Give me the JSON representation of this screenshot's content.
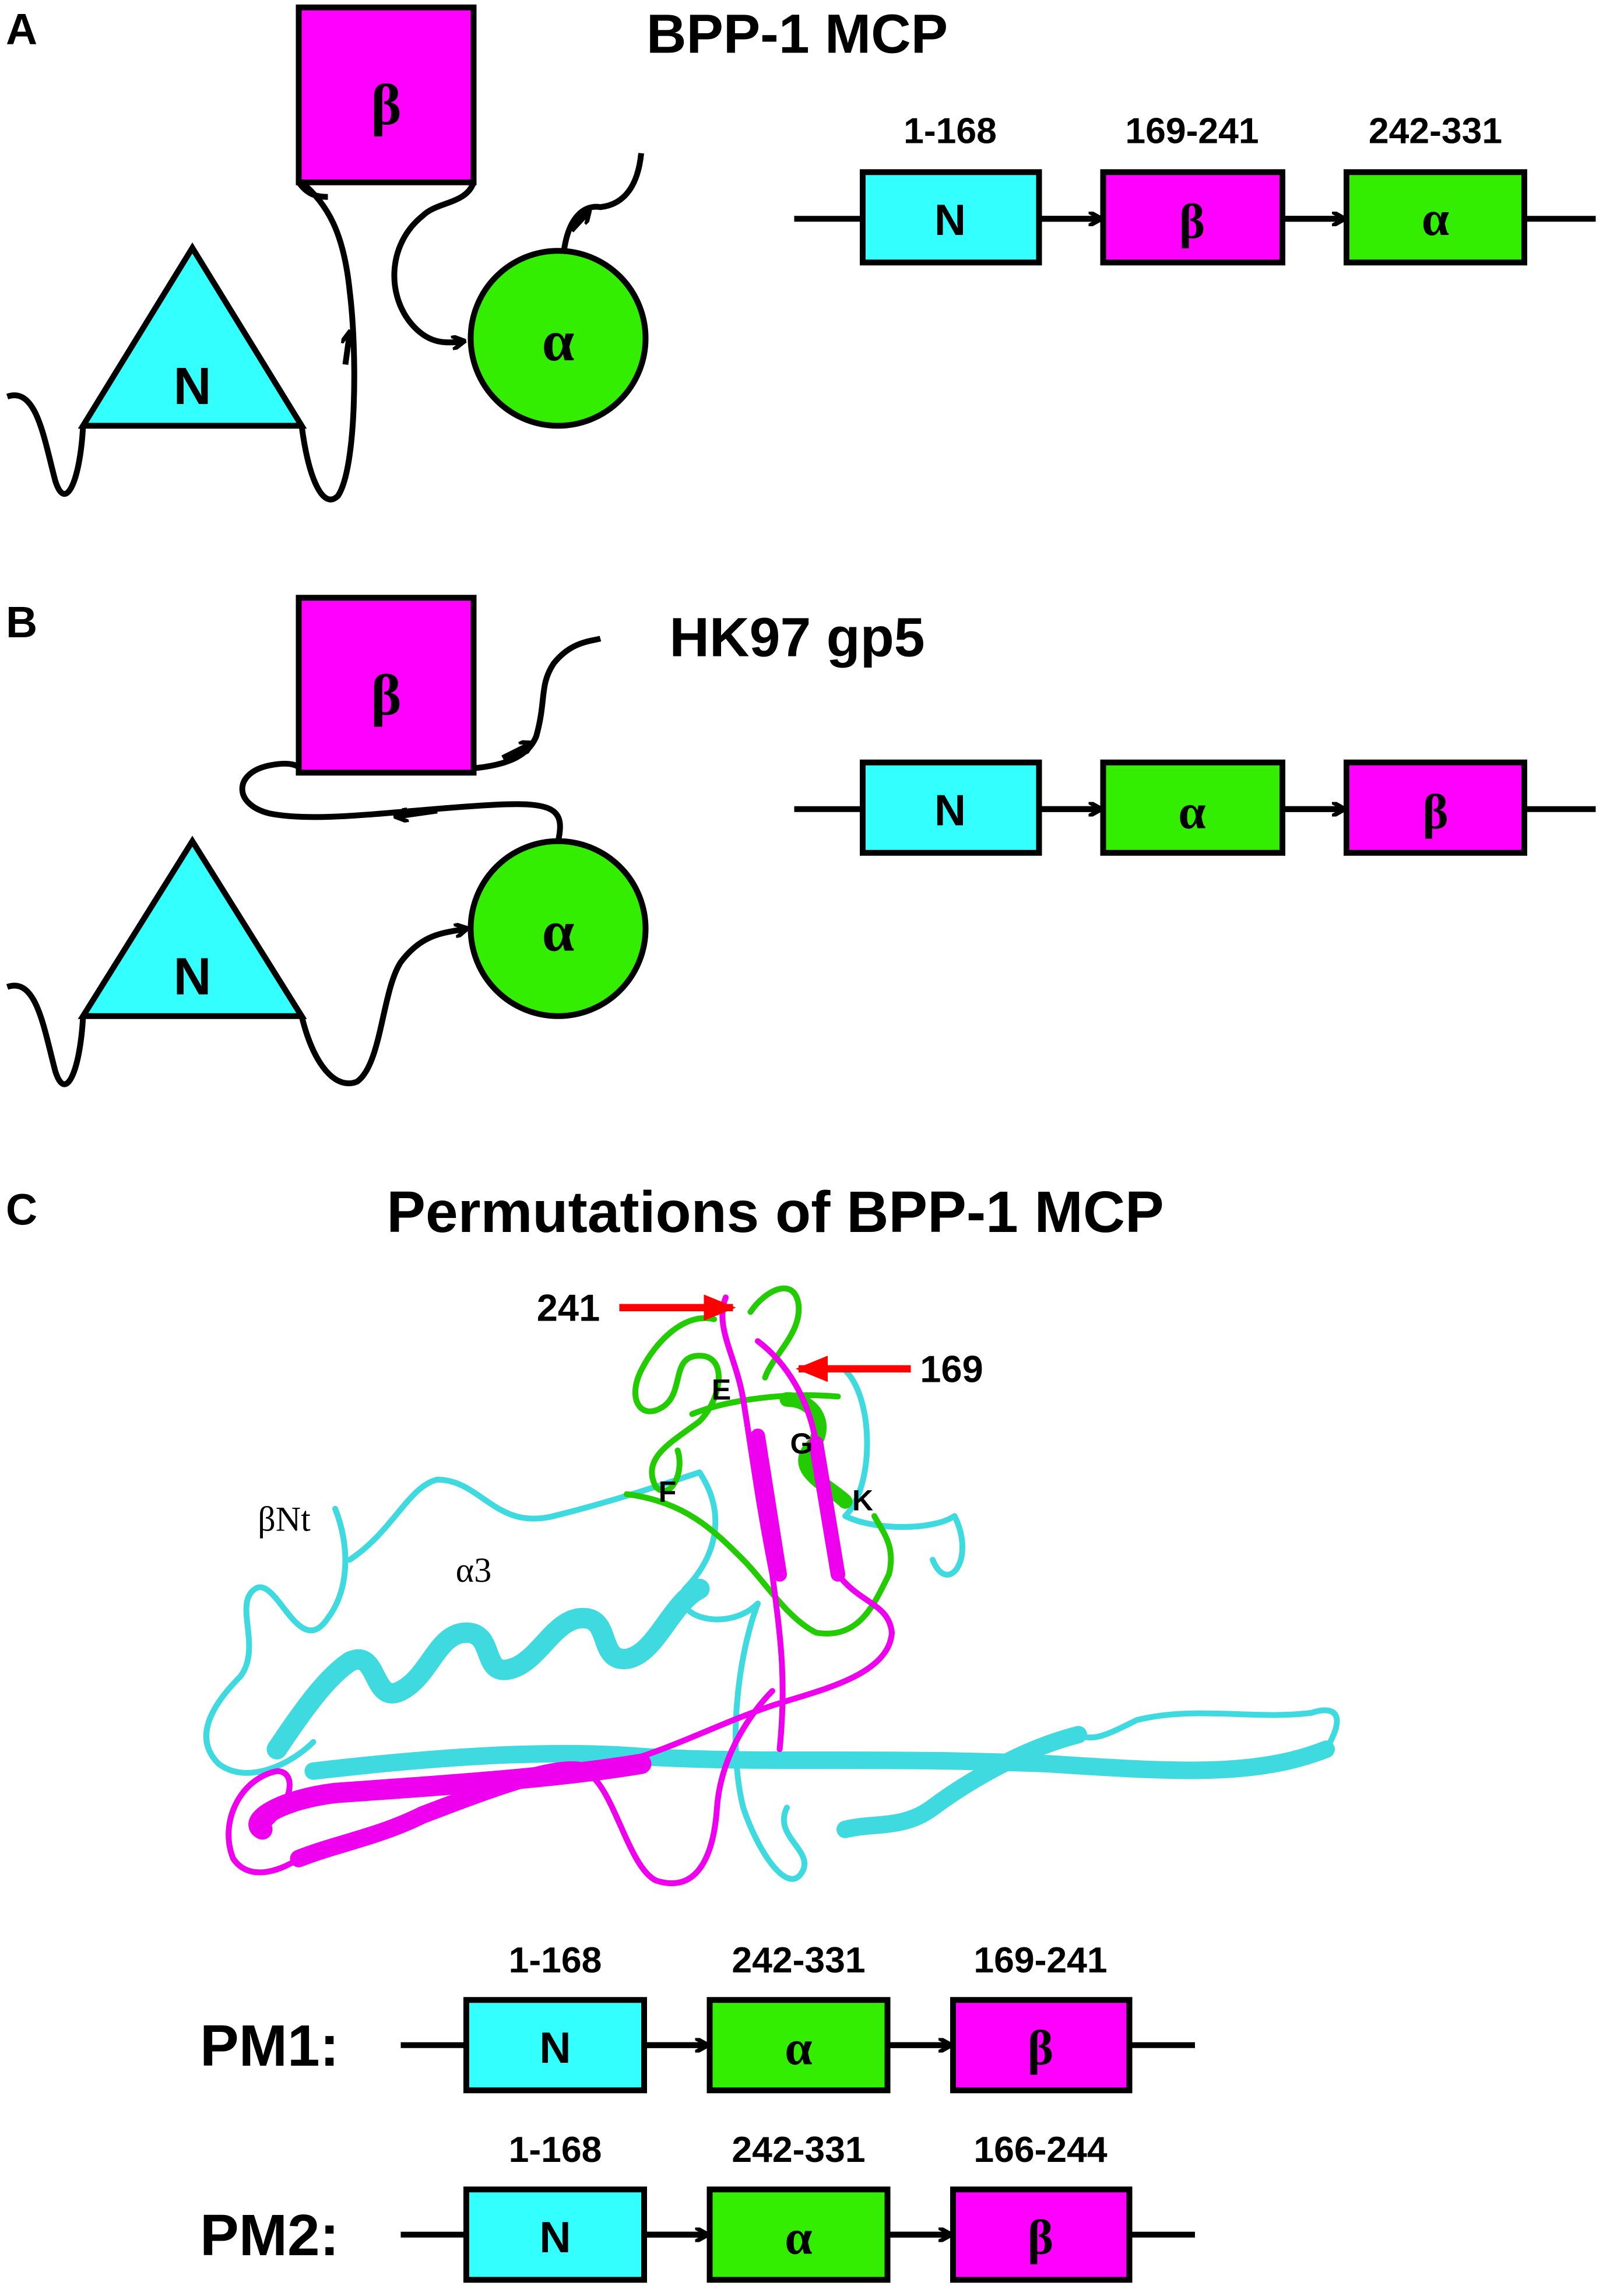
{
  "colors": {
    "n_domain": "#33ffff",
    "beta_domain": "#ff00ff",
    "alpha_domain": "#33ee00",
    "arrow_red": "#ff0000"
  },
  "panel_a": {
    "label": "A",
    "title": "BPP-1 MCP",
    "cartoon": {
      "n": "N",
      "beta": "β",
      "alpha": "α"
    },
    "linear": {
      "boxes": [
        "N",
        "β",
        "α"
      ],
      "ranges": [
        "1-168",
        "169-241",
        "242-331"
      ]
    }
  },
  "panel_b": {
    "label": "B",
    "title": "HK97 gp5",
    "cartoon": {
      "n": "N",
      "beta": "β",
      "alpha": "α"
    },
    "linear": {
      "boxes": [
        "N",
        "α",
        "β"
      ]
    }
  },
  "panel_c": {
    "label": "C",
    "title": "Permutations of BPP-1 MCP",
    "structure_labels": {
      "res241": "241",
      "res169": "169",
      "E": "E",
      "F": "F",
      "G": "G",
      "K": "K",
      "beta_nt": "βNt",
      "alpha3": "α3"
    },
    "pm1": {
      "label": "PM1:",
      "boxes": [
        "N",
        "α",
        "β"
      ],
      "ranges": [
        "1-168",
        "242-331",
        "169-241"
      ]
    },
    "pm2": {
      "label": "PM2:",
      "boxes": [
        "N",
        "α",
        "β"
      ],
      "ranges": [
        "1-168",
        "242-331",
        "166-244"
      ]
    }
  }
}
